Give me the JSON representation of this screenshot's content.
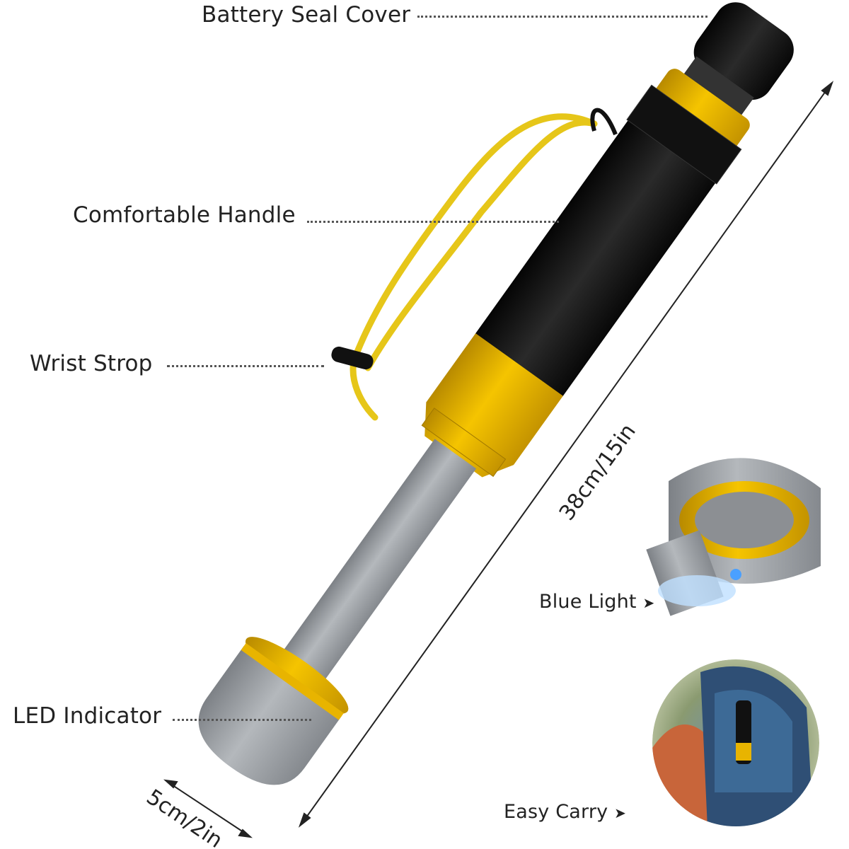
{
  "labels": {
    "battery_seal_cover": "Battery Seal Cover",
    "comfortable_handle": "Comfortable Handle",
    "wrist_strop": "Wrist Strop",
    "led_indicator": "LED Indicator",
    "blue_light": "Blue Light",
    "easy_carry": "Easy Carry",
    "length": "38cm/15in",
    "diameter": "5cm/2in"
  },
  "arrow_glyph": "➤",
  "colors": {
    "yellow": "#e8b400",
    "grey": "#9a9ea3",
    "black": "#151515"
  }
}
